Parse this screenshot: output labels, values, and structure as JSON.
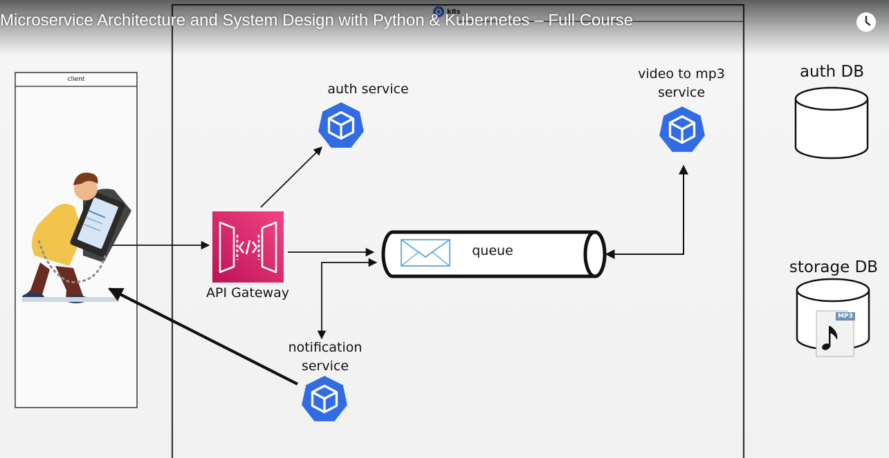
{
  "video": {
    "title": "Microservice Architecture and System Design with Python & Kubernetes – Full Course"
  },
  "diagram": {
    "cluster_label": "k8s",
    "client_label": "client",
    "services": {
      "auth": "auth service",
      "converter_line1": "video to mp3",
      "converter_line2": "service",
      "notification_line1": "notification",
      "notification_line2": "service",
      "gateway": "API Gateway",
      "queue": "queue"
    },
    "databases": {
      "auth": "auth DB",
      "storage": "storage DB",
      "file_badge": "MP3"
    }
  },
  "colors": {
    "kube_blue": "#326ce5",
    "gateway_pink": "#e7157b",
    "gateway_magenta": "#bc1356",
    "envelope_blue": "#5aa7e0"
  }
}
